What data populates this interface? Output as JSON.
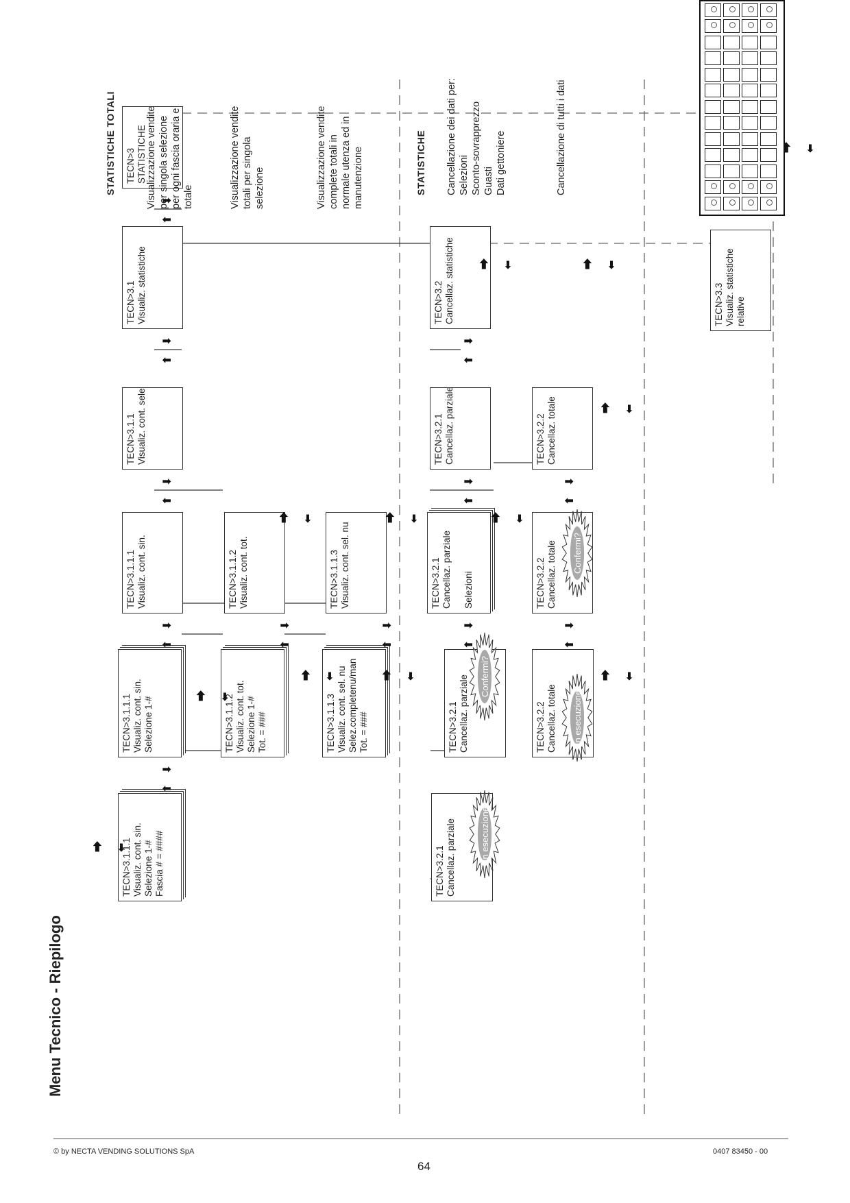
{
  "page": {
    "title": "Menu  Tecnico - Riepilogo",
    "footer_left": "© by NECTA VENDING SOLUTIONS SpA",
    "page_number": "64",
    "footer_right": "0407 83450 - 00"
  },
  "boxes": {
    "b3": [
      "TECN>3",
      "STATISTICHE"
    ],
    "b31": [
      "TECN>3.1",
      "Visualiz. statistiche"
    ],
    "b311": [
      "TECN>3.1.1",
      "Visualiz. cont. selez."
    ],
    "b3111": [
      "TECN>3.1.1.1",
      "Visualiz. cont. sin."
    ],
    "b3111s": [
      "TECN>3.1.1.1",
      "Visualiz. cont. sin.",
      "Selezione 1-#"
    ],
    "b3111f": [
      "TECN>3.1.1.1",
      "Visualiz. cont. sin.",
      "Selezione 1-#",
      "Fascia  # = ####"
    ],
    "b3112": [
      "TECN>3.1.1.2",
      "Visualiz. cont. tot."
    ],
    "b3112s": [
      "TECN>3.1.1.2",
      "Visualiz.  cont. tot.",
      "Selezione 1-#",
      "Tot. = ###"
    ],
    "b3113": [
      "TECN>3.1.1.3",
      "Visualiz.  cont. sel. nu"
    ],
    "b3113s": [
      "TECN>3.1.1.3",
      "Visualiz.  cont. sel. nu",
      "Selez.completenu/man",
      "Tot. = ###"
    ],
    "b32": [
      "TECN>3.2",
      "Cancellaz. statistiche"
    ],
    "b321": [
      "TECN>3.2.1",
      "Cancellaz. parziale"
    ],
    "b321s": [
      "TECN>3.2.1",
      "Cancellaz. parziale",
      "",
      "Selezioni"
    ],
    "b321c": [
      "TECN>3.2.1",
      "Cancellaz. parziale"
    ],
    "b321e": [
      "TECN>3.2.1",
      "Cancellaz. parziale"
    ],
    "b322": [
      "TECN>3.2.2",
      "Cancellaz. totale"
    ],
    "b322c": [
      "TECN>3.2.2",
      "Cancellaz. totale"
    ],
    "b322e": [
      "TECN>3.2.2",
      "Cancellaz. totale"
    ],
    "b33": [
      "TECN>3.3",
      "Visualiz.  statistiche",
      "relative"
    ]
  },
  "bursts": {
    "confirm": "Confermi?",
    "running": "In esecuzione"
  },
  "descriptions": {
    "section1_heading": "STATISTICHE TOTALI",
    "d1": [
      "Visualizzazione vendite",
      "per singola selezione",
      "per ogni fascia oraria e",
      "totale"
    ],
    "d2": [
      "Visualizzazione vendite",
      "totali per singola",
      "selezione"
    ],
    "d3": [
      "Visualizzazione vendite",
      "complete totali in",
      "normale utenza ed in",
      "manutenzione"
    ],
    "section2_heading": "STATISTICHE",
    "d4": [
      "Cancellazione dei dati per:",
      "Selezioni",
      "Sconto-sovrapprezzo",
      "Guasti",
      "Dati gettoniere"
    ],
    "d5": [
      "Cancellazione di tutti i dati"
    ]
  },
  "icons": {
    "up": "arrow-up-icon",
    "down": "arrow-down-icon",
    "enter": "arrow-enter-icon",
    "back": "arrow-back-icon",
    "keypad": "keypad-icon"
  }
}
